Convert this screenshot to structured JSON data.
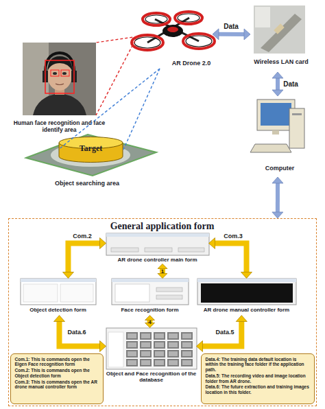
{
  "diagram": {
    "nodes": [
      {
        "text": [
          "Human face recognition and face identify area"
        ]
      },
      {
        "text": [
          "AR Drone 2.0"
        ]
      },
      {
        "text": [
          "Wireless LAN card"
        ]
      },
      {
        "text": [
          "Target"
        ]
      },
      {
        "text": [
          "Computer"
        ]
      },
      {
        "text": [
          "General application form"
        ]
      },
      {
        "text": [
          "AR drone controller main form"
        ],
        "in": 5
      },
      {
        "text": [
          "Object detection form"
        ],
        "in": 5
      },
      {
        "text": [
          "Face recognition form"
        ],
        "in": 5
      },
      {
        "text": [
          "AR drone manual controller form"
        ],
        "in": 5
      },
      {
        "text": [
          "Object and Face recognition of the database"
        ],
        "in": 5
      },
      {
        "text": [
          "Com.1: This is commands open the Eigen Face recognition form",
          "Com.2: This is commands open the Object detection form",
          "Com.3: This is commands open the AR drone manual controller form"
        ],
        "in": 5
      },
      {
        "text": [
          "Data.4: The training data default location is within the training face folder if the application path.",
          "Data.5: The recording video and image location folder from AR drone.",
          "Data.6: The future extraction and training images location in this folder."
        ],
        "in": 5
      }
    ],
    "edges": [
      {
        "from": 1,
        "to": 0,
        "arrow": "none"
      },
      {
        "from": 1,
        "to": 3,
        "arrow": "none"
      },
      {
        "from": 1,
        "to": 2,
        "label": "Data",
        "arrow": "both"
      },
      {
        "from": 2,
        "to": 4,
        "label": "Data",
        "arrow": "both"
      },
      {
        "from": 4,
        "to": 5,
        "arrow": "both"
      },
      {
        "from": 6,
        "to": 7,
        "label": "Com.2",
        "arrow": "both"
      },
      {
        "from": 6,
        "to": 9,
        "label": "Com.3",
        "arrow": "both"
      },
      {
        "from": 6,
        "to": 8,
        "label": "1",
        "arrow": "both"
      },
      {
        "from": 7,
        "to": 10,
        "label": "Data.6",
        "arrow": "both"
      },
      {
        "from": 9,
        "to": 10,
        "label": "Data.5",
        "arrow": "both"
      },
      {
        "from": 8,
        "to": 10,
        "label": "4",
        "arrow": "both"
      }
    ],
    "labels": [
      "Object searching area"
    ]
  }
}
